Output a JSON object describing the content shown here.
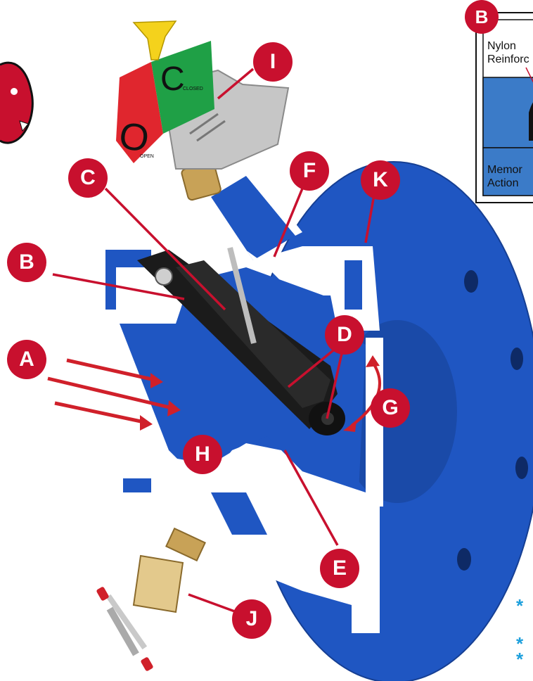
{
  "callouts": {
    "A": "A",
    "B": "B",
    "C": "C",
    "D": "D",
    "E": "E",
    "F": "F",
    "G": "G",
    "H": "H",
    "I": "I",
    "J": "J",
    "K": "K"
  },
  "indicator": {
    "open_letter": "O",
    "open_text": "OPEN",
    "closed_letter": "C",
    "closed_text": "CLOSED"
  },
  "inset": {
    "badge": "B",
    "label_1_line_1": "Nylon",
    "label_1_line_2": "Reinforc",
    "label_2_line_1": "Memor",
    "label_2_line_2": "Action"
  },
  "footnotes": {
    "marker_1": "*",
    "marker_2": "*",
    "marker_3": "*"
  },
  "colors": {
    "callout_red": "#c8102e",
    "valve_blue": "#1f56c2",
    "inset_blue": "#3b7bc8",
    "indicator_red": "#e0262e",
    "indicator_green": "#1fa046",
    "tab_yellow": "#f4d21c",
    "brass": "#c8a257",
    "asterisk_blue": "#1ea0dc"
  },
  "icons": [
    "mascot-logo-icon",
    "flow-arrow-icon",
    "rotation-arrow-icon",
    "handle-icon"
  ]
}
